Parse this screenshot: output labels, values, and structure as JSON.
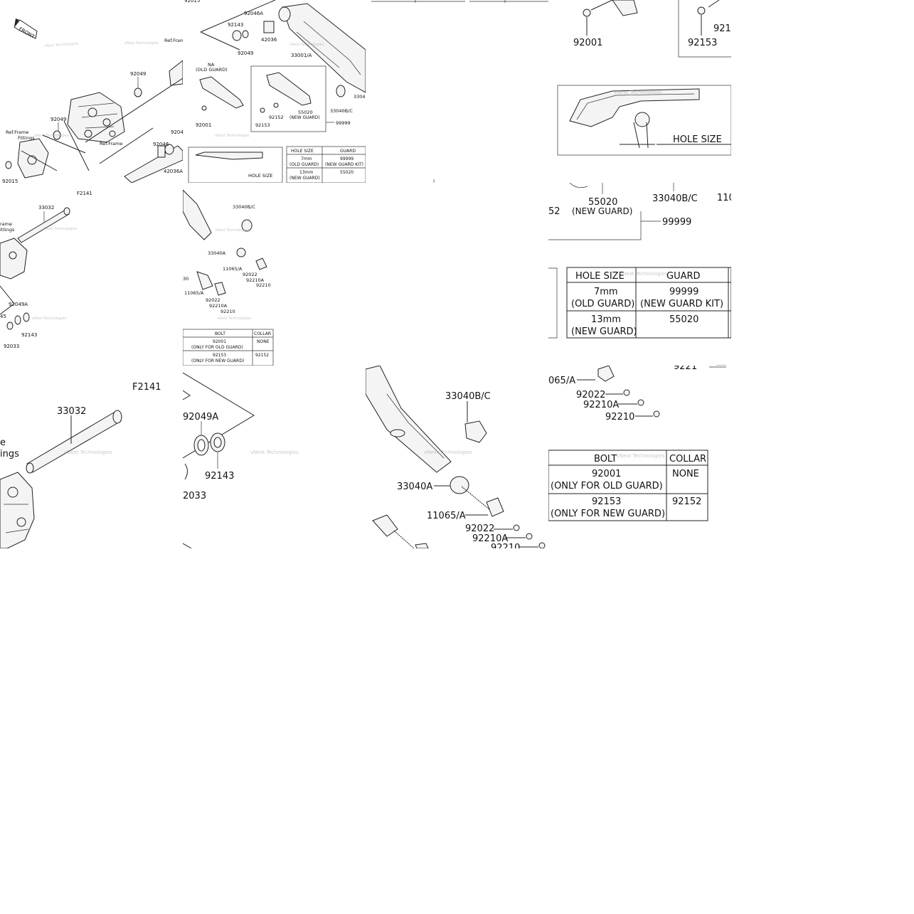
{
  "diagram_id": "F2141",
  "watermark": "vNext Technologies",
  "labels": {
    "front": "FRONT",
    "ref_frame": "Ref.Frame",
    "ref_frame_fittings_l1": "Ref.Frame",
    "ref_frame_fittings_l2": "Fittings",
    "frame_fittings_crop_l1": "rame",
    "frame_fittings_crop_l2": "ittings",
    "fittings_crop_l1": "e",
    "fittings_crop_l2": "ings",
    "na_l1": "NA",
    "na_l2": "(OLD GUARD)",
    "new_guard": "(NEW GUARD)",
    "hole_size": "HOLE SIZE"
  },
  "part_numbers": {
    "p92015": "92015",
    "p92049": "92049",
    "p92046": "92046",
    "p42036A": "42036A",
    "p92046A": "92046A",
    "p92143": "92143",
    "p42036": "42036",
    "p33001A": "33001/A",
    "p92001": "92001",
    "p92152": "92152",
    "p92153": "92153",
    "p55020": "55020",
    "p33040BC": "33040B/C",
    "p99999": "99999",
    "p3304": "3304",
    "p33032": "33032",
    "p92049A": "92049A",
    "p92033": "92033",
    "p2033": "2033",
    "p33040A": "33040A",
    "p11065A": "11065/A",
    "p065A": "065/A",
    "p92022": "92022",
    "p92210A": "92210A",
    "p92210": "92210",
    "p9221": "9221",
    "p52": "52",
    "p110": "110",
    "p921": "921",
    "p45": "45",
    "p30": "30"
  },
  "guard_table": {
    "headers": [
      "HOLE SIZE",
      "GUARD"
    ],
    "rows": [
      {
        "hole_l1": "7mm",
        "hole_l2": "(OLD GUARD)",
        "guard_l1": "99999",
        "guard_l2": "(NEW GUARD KIT)"
      },
      {
        "hole_l1": "13mm",
        "hole_l2": "(NEW GUARD)",
        "guard_l1": "55020",
        "guard_l2": ""
      }
    ]
  },
  "bolt_table": {
    "headers": [
      "BOLT",
      "COLLAR"
    ],
    "rows": [
      {
        "bolt_l1": "92001",
        "bolt_l2": "(ONLY FOR OLD GUARD)",
        "collar": "NONE"
      },
      {
        "bolt_l1": "92153",
        "bolt_l2": "(ONLY FOR NEW GUARD)",
        "collar": "92152"
      }
    ]
  }
}
